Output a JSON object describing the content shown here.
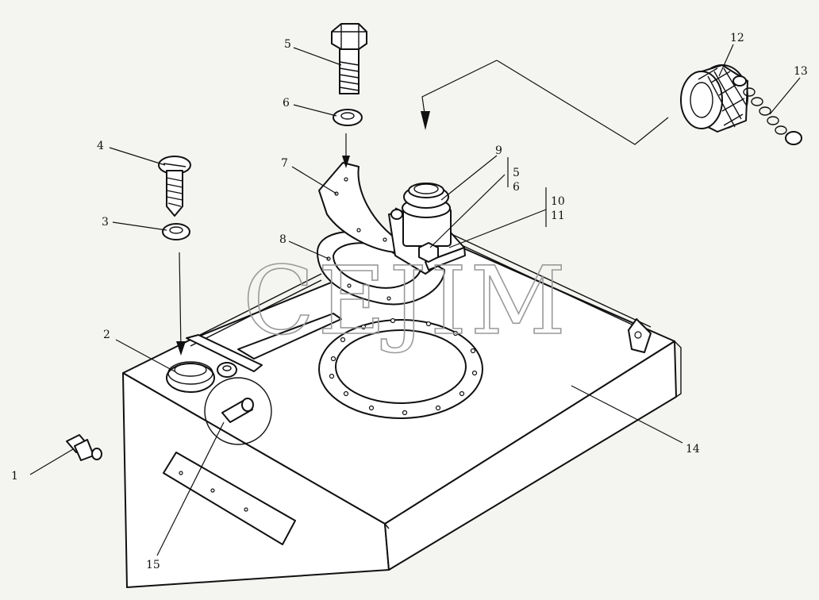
{
  "watermark": "CEJIM",
  "labels": {
    "p1": "1",
    "p2": "2",
    "p3": "3",
    "p4": "4",
    "p5a": "5",
    "p6a": "6",
    "p7": "7",
    "p8": "8",
    "p9": "9",
    "p5b": "5",
    "p6b": "6",
    "p10": "10",
    "p11": "11",
    "p12": "12",
    "p13": "13",
    "p14": "14",
    "p15": "15"
  }
}
